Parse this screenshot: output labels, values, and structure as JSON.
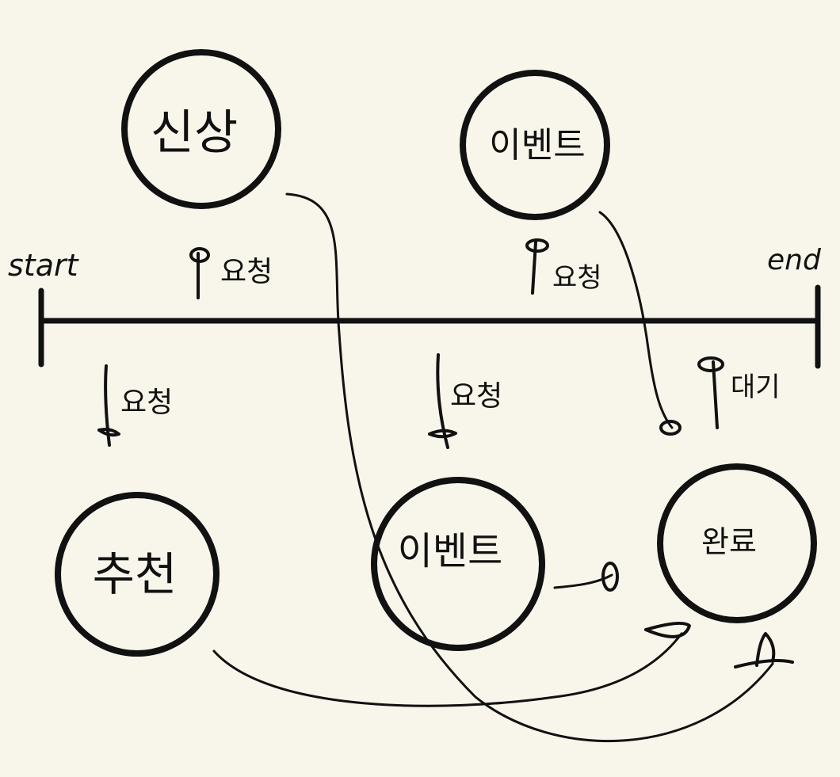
{
  "background": "#f8f6ea",
  "ink": "#111111",
  "timeline": {
    "start_label": "start",
    "end_label": "end"
  },
  "nodes": {
    "sinsang": "신상",
    "event_top": "이벤트",
    "chucheon": "추천",
    "event_bottom": "이벤트",
    "wanryo": "완료"
  },
  "labels": {
    "request_up_1": "요청",
    "request_up_2": "요청",
    "request_down_1": "요청",
    "request_down_2": "요청",
    "wait": "대기"
  }
}
